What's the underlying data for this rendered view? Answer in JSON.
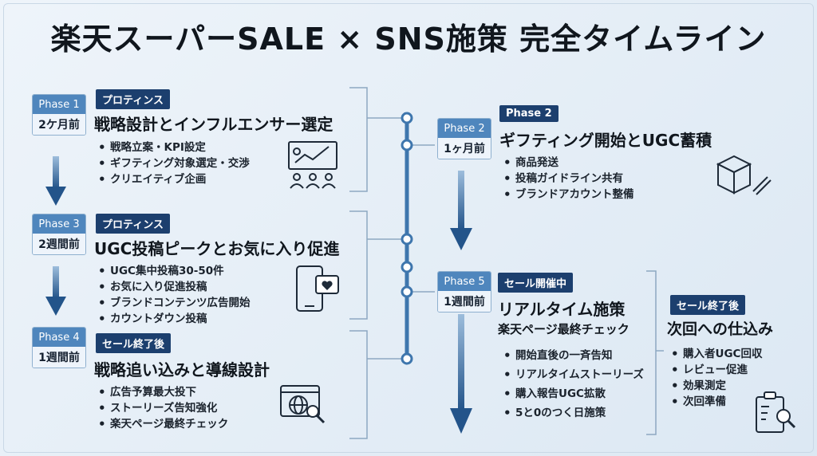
{
  "title": "楽天スーパーSALE × SNS施策 完全タイムライン",
  "phase1": {
    "phase": "Phase 1",
    "when": "2ケ月前",
    "tag": "プロティンス",
    "heading": "戦略設計とインフルエンサー選定",
    "bullets": [
      "戦略立案・KPI設定",
      "ギフティング対象選定・交渉",
      "クリエイティブ企画"
    ],
    "icon": "strategy-chart-team-icon"
  },
  "phase3": {
    "phase": "Phase 3",
    "when": "2週間前",
    "tag": "プロティンス",
    "heading": "UGC投稿ピークとお気に入り促進",
    "bullets": [
      "UGC集中投稿30-50件",
      "お気に入り促進投稿",
      "ブランドコンテンツ広告開始",
      "カウントダウン投稿"
    ],
    "icon": "smartphone-heart-icon"
  },
  "phase4": {
    "phase": "Phase 4",
    "when": "1週間前",
    "tag": "セール終了後",
    "heading": "戦略追い込みと導線設計",
    "bullets": [
      "広告予算最大投下",
      "ストーリーズ告知強化",
      "楽天ページ最終チェック"
    ],
    "icon": "browser-globe-search-icon"
  },
  "phase2": {
    "phase": "Phase 2",
    "when": "1ヶ月前",
    "tag": "Phase 2",
    "heading": "ギフティング開始とUGC蓄積",
    "bullets": [
      "商品発送",
      "投稿ガイドライン共有",
      "ブランドアカウント整備"
    ],
    "icon": "box-pencil-icon"
  },
  "phase5": {
    "phase": "Phase 5",
    "when": "1週間前",
    "tag": "セール開催中",
    "heading": "リアルタイム施策",
    "subheading": "楽天ページ最終チェック",
    "bullets": [
      "開始直後の一斉告知",
      "リアルタイムストーリーズ",
      "購入報告UGC拡散",
      "5と0のつく日施策"
    ]
  },
  "after": {
    "tag": "セール終了後",
    "heading": "次回への仕込み",
    "bullets": [
      "購入者UGC回収",
      "レビュー促進",
      "効果測定",
      "次回準備"
    ],
    "icon": "clipboard-search-icon"
  },
  "colors": {
    "accent": "#4f86bd",
    "dark_tag": "#1c3f6e",
    "line": "#3e76ad"
  }
}
